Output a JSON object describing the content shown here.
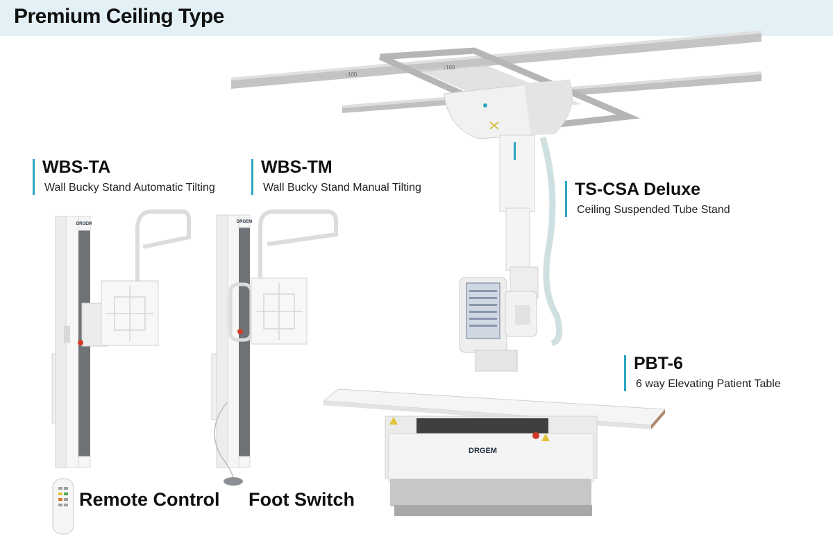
{
  "header": {
    "title": "Premium Ceiling Type"
  },
  "products": [
    {
      "name": "WBS-TA",
      "description": "Wall Bucky Stand Automatic Tilting"
    },
    {
      "name": "WBS-TM",
      "description": "Wall Bucky Stand Manual Tilting"
    },
    {
      "name": "TS-CSA Deluxe",
      "description": "Ceiling Suspended Tube Stand"
    },
    {
      "name": "PBT-6",
      "description": "6 way Elevating Patient Table"
    }
  ],
  "accessories": [
    {
      "name": "Remote Control"
    },
    {
      "name": "Foot Switch"
    }
  ],
  "brand": {
    "logo_text": "DRGEM"
  },
  "rail_markings": [
    "100",
    "160"
  ],
  "colors": {
    "accent": "#2aa7c2",
    "banner": "#e3f1f6"
  }
}
